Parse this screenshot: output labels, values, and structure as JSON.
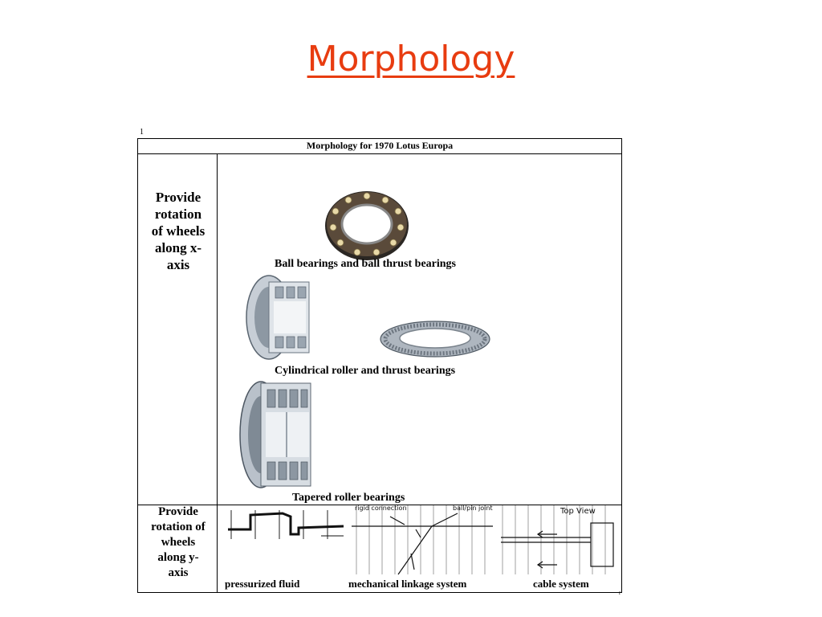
{
  "slide": {
    "title": "Morphology"
  },
  "table": {
    "heading": "Morphology for 1970 Lotus Europa",
    "rows": [
      {
        "function_lines": [
          "Provide",
          "rotation",
          "of wheels",
          "along x-",
          "axis"
        ],
        "options": [
          {
            "caption": "Ball bearings and ball thrust bearings",
            "icon": "ball-thrust-bearing-icon"
          },
          {
            "caption": "Cylindrical roller and thrust bearings",
            "icon": "cylindrical-roller-bearing-icon"
          },
          {
            "caption": "Tapered roller bearings",
            "icon": "tapered-roller-bearing-icon"
          }
        ]
      },
      {
        "function_lines": [
          "Provide",
          "rotation of",
          "wheels",
          "along y-",
          "axis"
        ],
        "options": [
          {
            "caption": "pressurized fluid",
            "icon": "fluid-sketch-icon"
          },
          {
            "caption": "mechanical linkage system",
            "icon": "linkage-sketch-icon"
          },
          {
            "caption": "cable system",
            "icon": "cable-sketch-icon"
          }
        ],
        "sketch_notes": {
          "rigid_connection": "rigid connection",
          "ball_pin_joint": "ball/pin joint",
          "top_view": "Top View"
        }
      }
    ]
  },
  "marks": {
    "top_left": "1",
    "bottom_right": "r"
  }
}
